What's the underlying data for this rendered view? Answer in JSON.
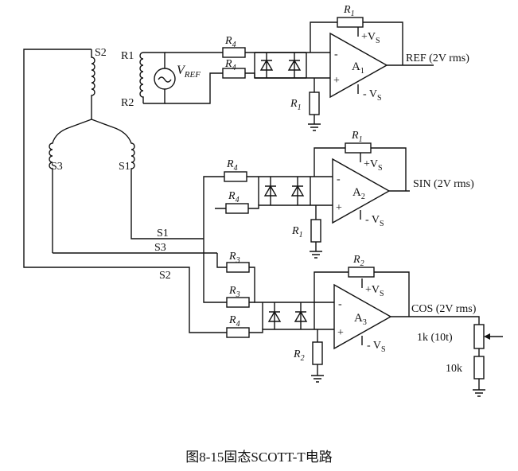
{
  "caption": "图8-15固态SCOTT-T电路",
  "labels": {
    "s2_top": "S2",
    "r1_left": "R1",
    "r2_left": "R2",
    "vref": "V",
    "vref_sub": "REF",
    "s3_winding": "S3",
    "s1_winding": "S1",
    "s1_line": "S1",
    "s3_line": "S3",
    "s2_line": "S2",
    "r4": "R",
    "r4_sub": "4",
    "r3": "R",
    "r3_sub": "3",
    "r1": "R",
    "r1_sub": "1",
    "r2": "R",
    "r2_sub": "2",
    "a": "A",
    "a1_sub": "1",
    "a2_sub": "2",
    "a3_sub": "3",
    "plus_vs": "+V",
    "minus_vs": "- V",
    "vs_sub": "S",
    "minus_sign": "-",
    "plus_sign": "+",
    "ref_out": "REF (2V rms)",
    "sin_out": "SIN (2V rms)",
    "cos_out": "COS (2V rms)",
    "pot": "1k (10t)",
    "res10k": "10k"
  }
}
